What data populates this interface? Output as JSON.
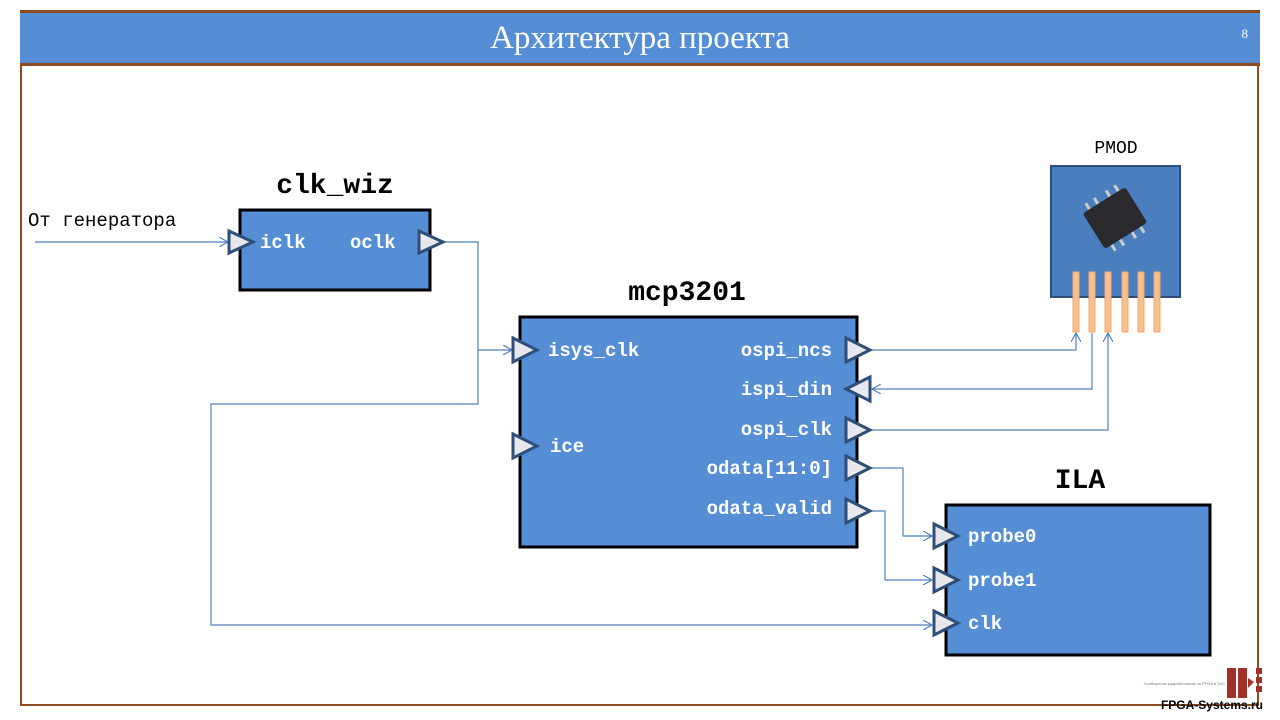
{
  "slide": {
    "title": "Архитектура проекта",
    "page_number": "8"
  },
  "input_label": "От генератора",
  "blocks": {
    "clk_wiz": {
      "name": "clk_wiz",
      "ports": [
        "iclk",
        "oclk"
      ]
    },
    "mcp3201": {
      "name": "mcp3201",
      "left_ports": [
        "isys_clk",
        "ice"
      ],
      "right_ports": [
        "ospi_ncs",
        "ispi_din",
        "ospi_clk",
        "odata[11:0]",
        "odata_valid"
      ]
    },
    "ila": {
      "name": "ILA",
      "ports": [
        "probe0",
        "probe1",
        "clk"
      ]
    },
    "pmod": {
      "name": "PMOD"
    }
  },
  "logo": {
    "text": "FPGA-Systems.ru",
    "tagline": "Сообщество разработчиков на FPGA и SoC"
  },
  "colors": {
    "block": "#558ed5",
    "header": "#558ed5",
    "border": "#8b4a1f",
    "wire": "#4f81bd",
    "pin": "#f8c08f"
  }
}
